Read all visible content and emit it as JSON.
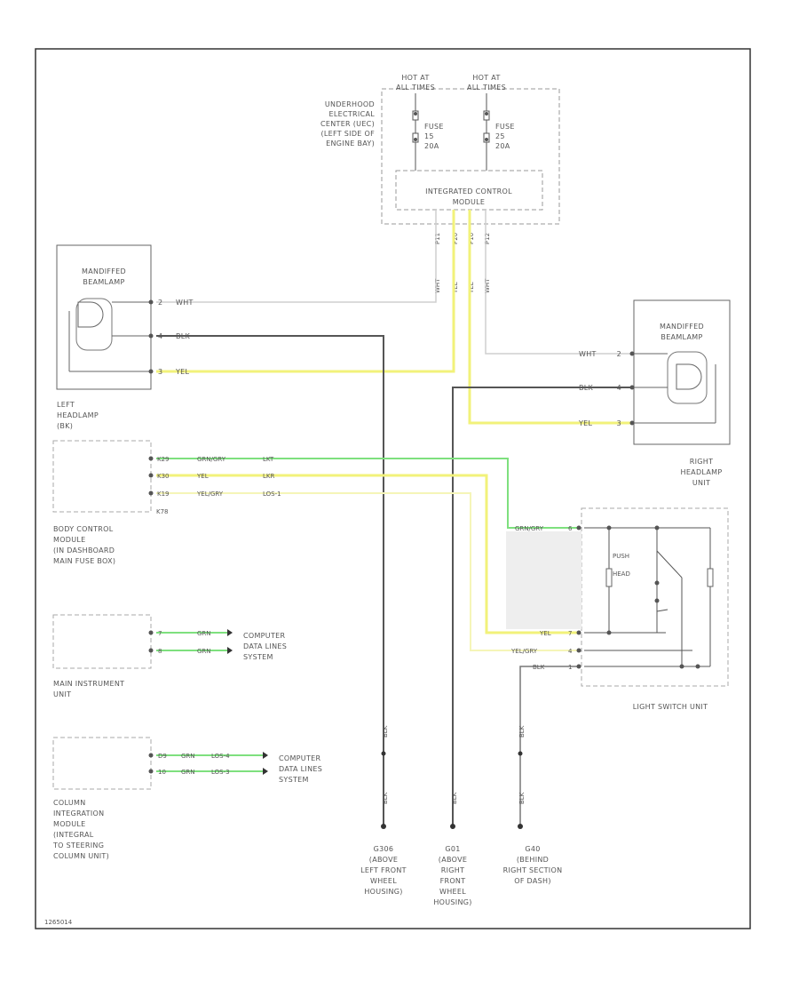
{
  "hot_at": {
    "left": [
      "HOT AT",
      "ALL TIMES"
    ],
    "right": [
      "HOT AT",
      "ALL TIMES"
    ]
  },
  "uec_label": [
    "UNDERHOOD",
    "ELECTRICAL",
    "CENTER (UEC)",
    "(LEFT SIDE OF",
    "ENGINE BAY)"
  ],
  "fuses": [
    {
      "lines": [
        "FUSE",
        "15",
        "20A"
      ]
    },
    {
      "lines": [
        "FUSE",
        "25",
        "20A"
      ]
    }
  ],
  "icm_label": [
    "INTEGRATED CONTROL",
    "MODULE"
  ],
  "icm_pins": [
    "P11",
    "P20",
    "P16",
    "P12"
  ],
  "wire_vertical": [
    "WHT",
    "YEL",
    "YEL",
    "WHT"
  ],
  "left_headlamp": {
    "box": [
      "MANDIFFED",
      "BEAMLAMP"
    ],
    "pins": [
      "2",
      "4",
      "3"
    ],
    "wires": [
      "WHT",
      "BLK",
      "YEL"
    ],
    "label": [
      "LEFT",
      "HEADLAMP",
      "(BK)"
    ]
  },
  "right_headlamp": {
    "box": [
      "MANDIFFED",
      "BEAMLAMP"
    ],
    "pins": [
      "2",
      "4",
      "3"
    ],
    "wires": [
      "WHT",
      "BLK",
      "YEL"
    ],
    "label": [
      "RIGHT",
      "HEADLAMP",
      "UNIT"
    ]
  },
  "bcm": {
    "pins": [
      "K29",
      "K30",
      "K19"
    ],
    "wires": [
      "GRN/GRY",
      "YEL",
      "YEL/GRY"
    ],
    "signals": [
      "LKT",
      "LKR",
      "LOS-1"
    ],
    "connector": "K78",
    "label": [
      "BODY CONTROL",
      "MODULE",
      "(IN DASHBOARD",
      "MAIN FUSE BOX)"
    ]
  },
  "mic": {
    "pins": [
      "7",
      "8"
    ],
    "wires": [
      "GRN",
      "GRN"
    ],
    "system": [
      "COMPUTER",
      "DATA LINES",
      "SYSTEM"
    ],
    "label": [
      "MAIN INSTRUMENT",
      "UNIT"
    ]
  },
  "cim": {
    "pins": [
      "D9",
      "10"
    ],
    "wires": [
      "GRN",
      "GRN"
    ],
    "signals": [
      "LOS-4",
      "LOS-3"
    ],
    "system": [
      "COMPUTER",
      "DATA LINES",
      "SYSTEM"
    ],
    "label": [
      "COLUMN",
      "INTEGRATION",
      "MODULE",
      "(INTEGRAL",
      "TO STEERING",
      "COLUMN UNIT)"
    ]
  },
  "light_switch": {
    "wires": [
      "GRN/GRY",
      "YEL",
      "YEL/GRY",
      "BLK"
    ],
    "pins": [
      "6",
      "7",
      "4",
      "1"
    ],
    "push_label": [
      "PUSH",
      "HEAD"
    ],
    "label": "LIGHT SWITCH UNIT"
  },
  "grounds": [
    {
      "wire_top": "BLK",
      "wire_bot": "BLK",
      "label": [
        "G306",
        "(ABOVE",
        "LEFT FRONT",
        "WHEEL",
        "HOUSING)"
      ]
    },
    {
      "wire_top": "BLK",
      "wire_bot": "",
      "label": [
        "G01",
        "(ABOVE",
        "RIGHT",
        "FRONT",
        "WHEEL",
        "HOUSING)"
      ]
    },
    {
      "wire_top": "BLK",
      "wire_bot": "BLK",
      "label": [
        "G40",
        "(BEHIND",
        "RIGHT SECTION",
        "OF DASH)"
      ]
    }
  ],
  "corner_id": "1265014",
  "colors": {
    "yellow": "#f2f27a",
    "green": "#66dd66",
    "black": "#444444",
    "white_wire": "#cccccc",
    "frame": "#333333",
    "dash": "#aaaaaa"
  }
}
